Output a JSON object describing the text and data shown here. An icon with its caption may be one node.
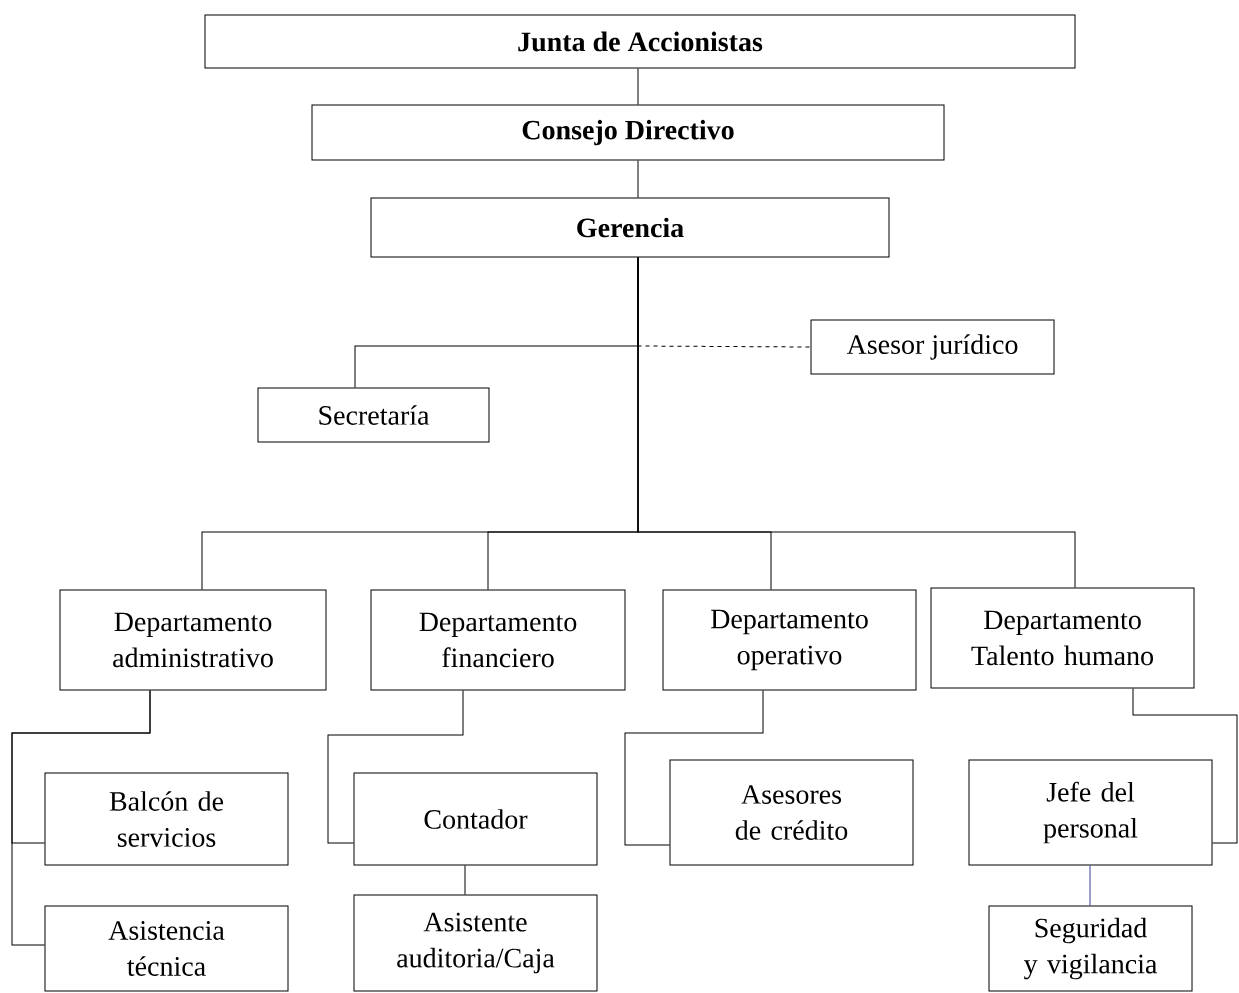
{
  "diagram": {
    "nodes": [
      {
        "text": [
          "Junta de Accionistas"
        ]
      },
      {
        "text": [
          "Consejo Directivo"
        ]
      },
      {
        "text": [
          "Gerencia"
        ]
      },
      {
        "text": [
          "Asesor jurídico"
        ]
      },
      {
        "text": [
          "Secretaría"
        ]
      },
      {
        "text": [
          "Departamento administrativo"
        ]
      },
      {
        "text": [
          "Departamento financiero"
        ]
      },
      {
        "text": [
          "Departamento operativo"
        ]
      },
      {
        "text": [
          "Departamento Talento humano"
        ]
      },
      {
        "text": [
          "Balcón de servicios"
        ]
      },
      {
        "text": [
          "Asistencia técnica"
        ]
      },
      {
        "text": [
          "Contador"
        ]
      },
      {
        "text": [
          "Asistente auditoria/Caja"
        ]
      },
      {
        "text": [
          "Asesores de crédito"
        ]
      },
      {
        "text": [
          "Jefe del personal"
        ]
      },
      {
        "text": [
          "Seguridad y vigilancia"
        ]
      }
    ],
    "edges": [
      {
        "from": 0,
        "to": 1,
        "arrow": "none"
      },
      {
        "from": 1,
        "to": 2,
        "arrow": "none"
      },
      {
        "from": 2,
        "to": 3,
        "arrow": "none",
        "style": "dashed"
      },
      {
        "from": 2,
        "to": 4,
        "arrow": "none"
      },
      {
        "from": 2,
        "to": 5,
        "arrow": "none"
      },
      {
        "from": 2,
        "to": 6,
        "arrow": "none"
      },
      {
        "from": 2,
        "to": 7,
        "arrow": "none"
      },
      {
        "from": 2,
        "to": 8,
        "arrow": "none"
      },
      {
        "from": 5,
        "to": 9,
        "arrow": "none"
      },
      {
        "from": 5,
        "to": 10,
        "arrow": "none"
      },
      {
        "from": 6,
        "to": 11,
        "arrow": "none"
      },
      {
        "from": 11,
        "to": 12,
        "arrow": "none"
      },
      {
        "from": 7,
        "to": 13,
        "arrow": "none"
      },
      {
        "from": 8,
        "to": 14,
        "arrow": "none"
      },
      {
        "from": 14,
        "to": 15,
        "arrow": "none",
        "color": "#2f3f8f"
      }
    ]
  }
}
